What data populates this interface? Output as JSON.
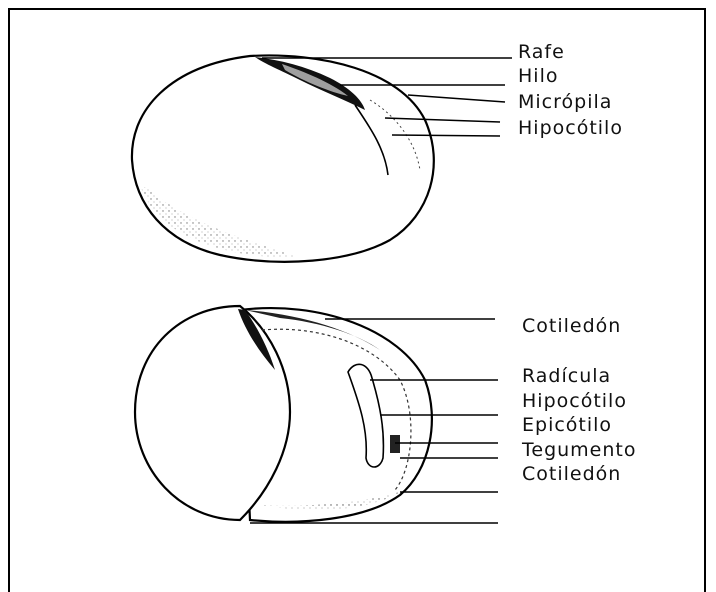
{
  "diagram": {
    "top_seed_labels": [
      "Rafe",
      "Hilo",
      "Micrópila",
      "Hipocótilo"
    ],
    "bottom_seed_labels": [
      "Cotiledón",
      "Radícula",
      "Hipocótilo",
      "Epicótilo",
      "Tegumento",
      "Cotiledón"
    ]
  }
}
